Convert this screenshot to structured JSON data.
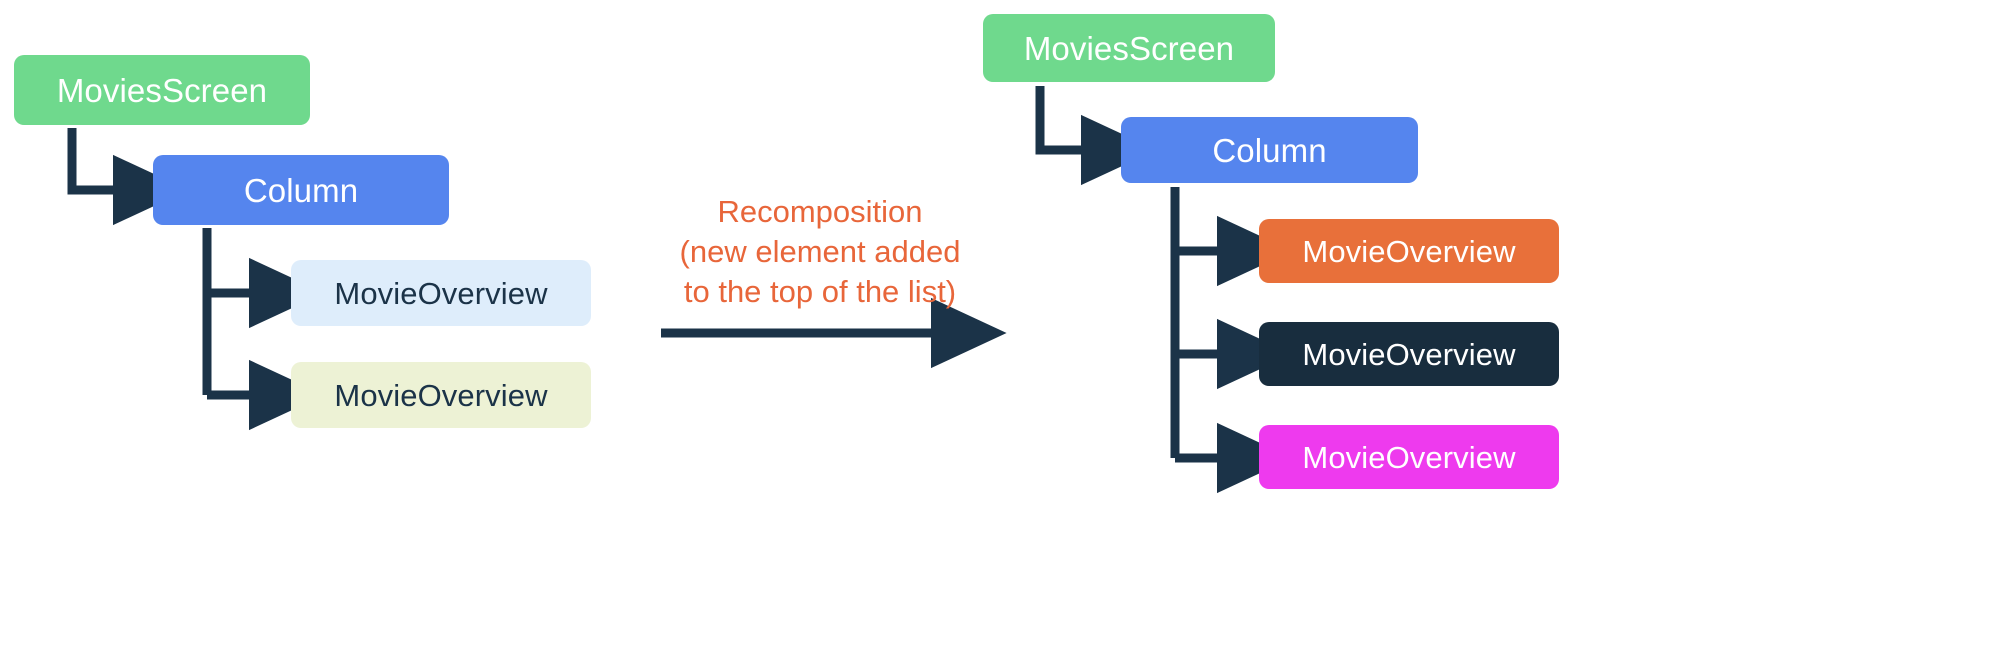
{
  "diagram": {
    "title": "Recomposition of a Compose UI tree",
    "background": "#ffffff",
    "connector_color": "#1B3348"
  },
  "colors": {
    "green": "#6FD98D",
    "blue": "#5585EE",
    "pale_blue": "#DEEDFB",
    "pale_yellow_green": "#EDF2D5",
    "orange_box": "#E8703A",
    "dark_navy": "#182D3E",
    "magenta": "#EE3AEE",
    "orange_text": "#E8663A",
    "white_text": "#FFFFFF",
    "dark_text": "#1B3348"
  },
  "left_tree": {
    "name": "before-recomposition-tree",
    "nodes": [
      {
        "id": "l-movies",
        "label": "MoviesScreen",
        "fill": "#6FD98D",
        "text_color": "#FFFFFF"
      },
      {
        "id": "l-column",
        "label": "Column",
        "fill": "#5585EE",
        "text_color": "#FFFFFF"
      },
      {
        "id": "l-mo-1",
        "label": "MovieOverview",
        "fill": "#DEEDFB",
        "text_color": "#1B3348"
      },
      {
        "id": "l-mo-2",
        "label": "MovieOverview",
        "fill": "#EDF2D5",
        "text_color": "#1B3348"
      }
    ]
  },
  "center": {
    "name": "recomposition-transition",
    "caption_line_1": "Recomposition",
    "caption_line_2": "(new element added",
    "caption_line_3": "to the top of the list)",
    "caption_full": "Recomposition\n(new element added\nto the top of the list)",
    "arrow_icon": "right-arrow-icon",
    "arrow_color": "#1B3348",
    "text_color": "#E8663A"
  },
  "right_tree": {
    "name": "after-recomposition-tree",
    "nodes": [
      {
        "id": "r-movies",
        "label": "MoviesScreen",
        "fill": "#6FD98D",
        "text_color": "#FFFFFF"
      },
      {
        "id": "r-column",
        "label": "Column",
        "fill": "#5585EE",
        "text_color": "#FFFFFF"
      },
      {
        "id": "r-mo-1",
        "label": "MovieOverview",
        "fill": "#E8703A",
        "text_color": "#FFFFFF"
      },
      {
        "id": "r-mo-2",
        "label": "MovieOverview",
        "fill": "#182D3E",
        "text_color": "#FFFFFF"
      },
      {
        "id": "r-mo-3",
        "label": "MovieOverview",
        "fill": "#EE3AEE",
        "text_color": "#FFFFFF"
      }
    ]
  }
}
